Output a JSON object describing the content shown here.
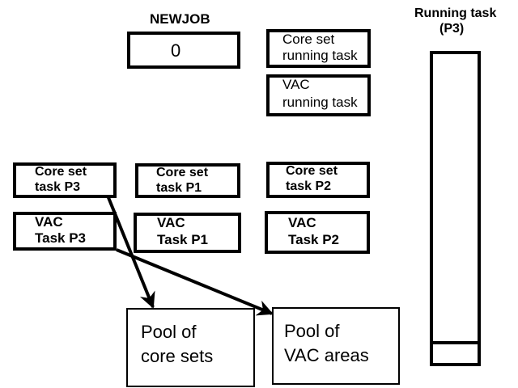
{
  "newjob": {
    "title": "NEWJOB",
    "value": "0"
  },
  "running": {
    "core_set": [
      "Core set",
      "running task"
    ],
    "vac": [
      "VAC",
      "running task"
    ]
  },
  "tasks": [
    {
      "core": [
        "Core set",
        "task P3"
      ],
      "vac": [
        "VAC",
        "Task P3"
      ]
    },
    {
      "core": [
        "Core set",
        "task P1"
      ],
      "vac": [
        "VAC",
        "Task P1"
      ]
    },
    {
      "core": [
        "Core set",
        "task P2"
      ],
      "vac": [
        "VAC",
        "Task P2"
      ]
    }
  ],
  "pools": {
    "core": [
      "Pool of",
      "core sets"
    ],
    "vac": [
      "Pool of",
      "VAC areas"
    ]
  },
  "running_task": {
    "title": [
      "Running task",
      "(P3)"
    ]
  },
  "colors": {
    "stroke": "#000000",
    "background": "#ffffff"
  }
}
